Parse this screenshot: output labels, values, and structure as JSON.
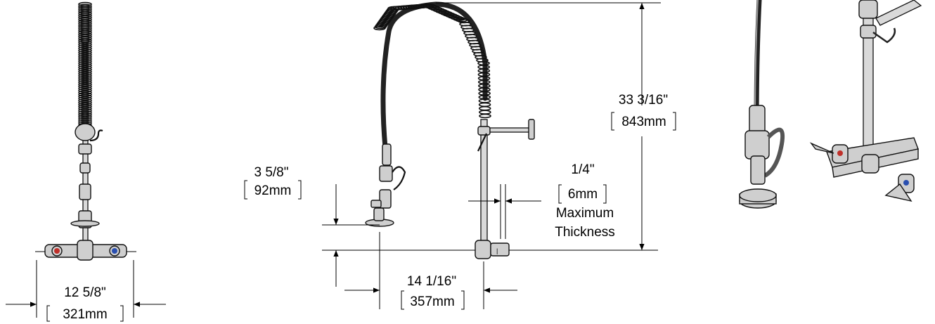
{
  "dimensions": {
    "width": {
      "imperial": "12 5/8\"",
      "metric": "321mm"
    },
    "reach": {
      "imperial": "14 1/16\"",
      "metric": "357mm"
    },
    "height": {
      "imperial": "33 3/16\"",
      "metric": "843mm"
    },
    "spray_valve_height": {
      "imperial": "3 5/8\"",
      "metric": "92mm"
    },
    "thickness": {
      "imperial": "1/4\"",
      "metric": "6mm",
      "note_line1": "Maximum",
      "note_line2": "Thickness"
    }
  },
  "colors": {
    "line": "#000000",
    "metal": "#cfcfcf",
    "hot_handle": "#c0302a",
    "cold_handle": "#2a4fb0"
  }
}
